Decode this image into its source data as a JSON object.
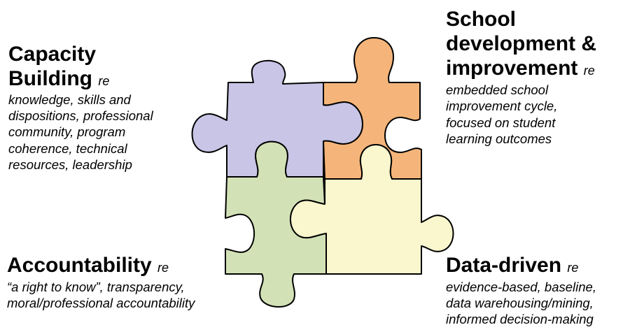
{
  "pieces": {
    "capacity": {
      "title_line1": "Capacity",
      "title_line2": "Building",
      "re": "re",
      "lines": [
        "knowledge, skills and",
        "dispositions, professional",
        "community, program",
        "coherence, technical",
        "resources, leadership"
      ],
      "color": "#c8c5e6"
    },
    "school": {
      "title_line1": "School",
      "title_line2": "development &",
      "title_line3": "improvement",
      "re": "re",
      "lines": [
        "embedded school",
        "improvement cycle,",
        "focused on student",
        "learning outcomes"
      ],
      "color": "#f5b57a"
    },
    "accountability": {
      "title": "Accountability",
      "re": "re",
      "lines": [
        "“a right to know”, transparency,",
        "moral/professional accountability"
      ],
      "color": "#d3e2b6"
    },
    "data": {
      "title": "Data-driven",
      "re": "re",
      "lines": [
        "evidence-based, baseline,",
        "data warehousing/mining,",
        "informed decision-making"
      ],
      "color": "#faf6cd"
    }
  }
}
